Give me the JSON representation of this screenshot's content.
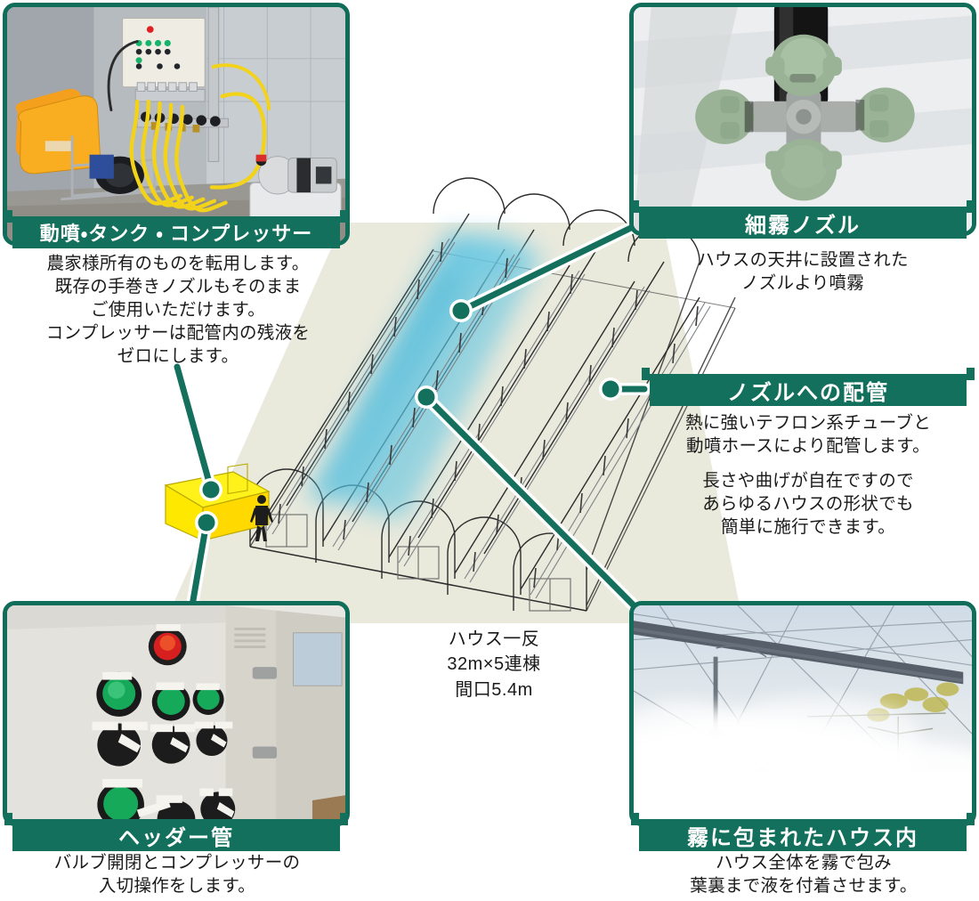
{
  "theme": {
    "green": "#12705c",
    "green_dark": "#0f6d59",
    "mist_blue": "#35b4d8",
    "ground_beige": "#e6e6d8",
    "equipment_yellow": "#ffed00"
  },
  "panels": {
    "sprayer": {
      "id": "sprayer-tank-compressor",
      "banner_label": "動噴・タンク ・ コンプレッサー",
      "caption": "農家様所有のものを転用します。\n既存の手巻きノズルもそのまま\nご使用いただけます。\nコンプレッサーは配管内の残液を\nゼロにします。",
      "photo_alt": "動噴ポンプ・オレンジ色のタンク・コンプレッサーが並ぶハウス内の写真"
    },
    "nozzle": {
      "id": "fine-mist-nozzle",
      "banner_label": "細霧ノズル",
      "caption": "ハウスの天井に設置された\nノズルより噴霧",
      "photo_alt": "白い背景に写る緑色の十字型細霧ノズルの接写"
    },
    "piping": {
      "id": "piping-to-nozzle",
      "banner_label": "ノズルへの配管",
      "caption_1": "熱に強いテフロン系チューブと\n動噴ホースにより配管します。",
      "caption_2": "長さや曲げが自在ですので\nあらゆるハウスの形状でも\n簡単に施行できます。"
    },
    "header_pipe": {
      "id": "header-pipe",
      "banner_label": "ヘッダー管",
      "caption": "バルブ開閉とコンプレッサーの\n入切操作をします。",
      "photo_alt": "緑と赤の押しボタンとセレクタスイッチが並ぶ白い制御盤の写真"
    },
    "misted_house": {
      "id": "misted-greenhouse-interior",
      "banner_label": "霧に包まれたハウス内",
      "caption": "ハウス全体を霧で包み\n葉裏まで液を付着させます。",
      "photo_alt": "霧で白く包まれたハウス内部の写真"
    }
  },
  "diagram": {
    "spec_note": "ハウス一反\n32m×5連棟\n間口5.4m",
    "bays": 5,
    "icons": {
      "equipment_box": "equipment-box",
      "person": "person-figure",
      "mist": "mist-cloud"
    }
  },
  "connectors": [
    {
      "name": "connector-sprayer",
      "from": "sprayer-panel",
      "to": "equipment-box-top"
    },
    {
      "name": "connector-nozzle",
      "from": "nozzle-panel",
      "to": "greenhouse-roof-nozzle"
    },
    {
      "name": "connector-piping",
      "from": "piping-panel",
      "to": "greenhouse-pipe-run"
    },
    {
      "name": "connector-header",
      "from": "header-pipe-panel",
      "to": "equipment-box-bottom"
    },
    {
      "name": "connector-mist",
      "from": "misted-house-panel",
      "to": "greenhouse-interior"
    }
  ]
}
